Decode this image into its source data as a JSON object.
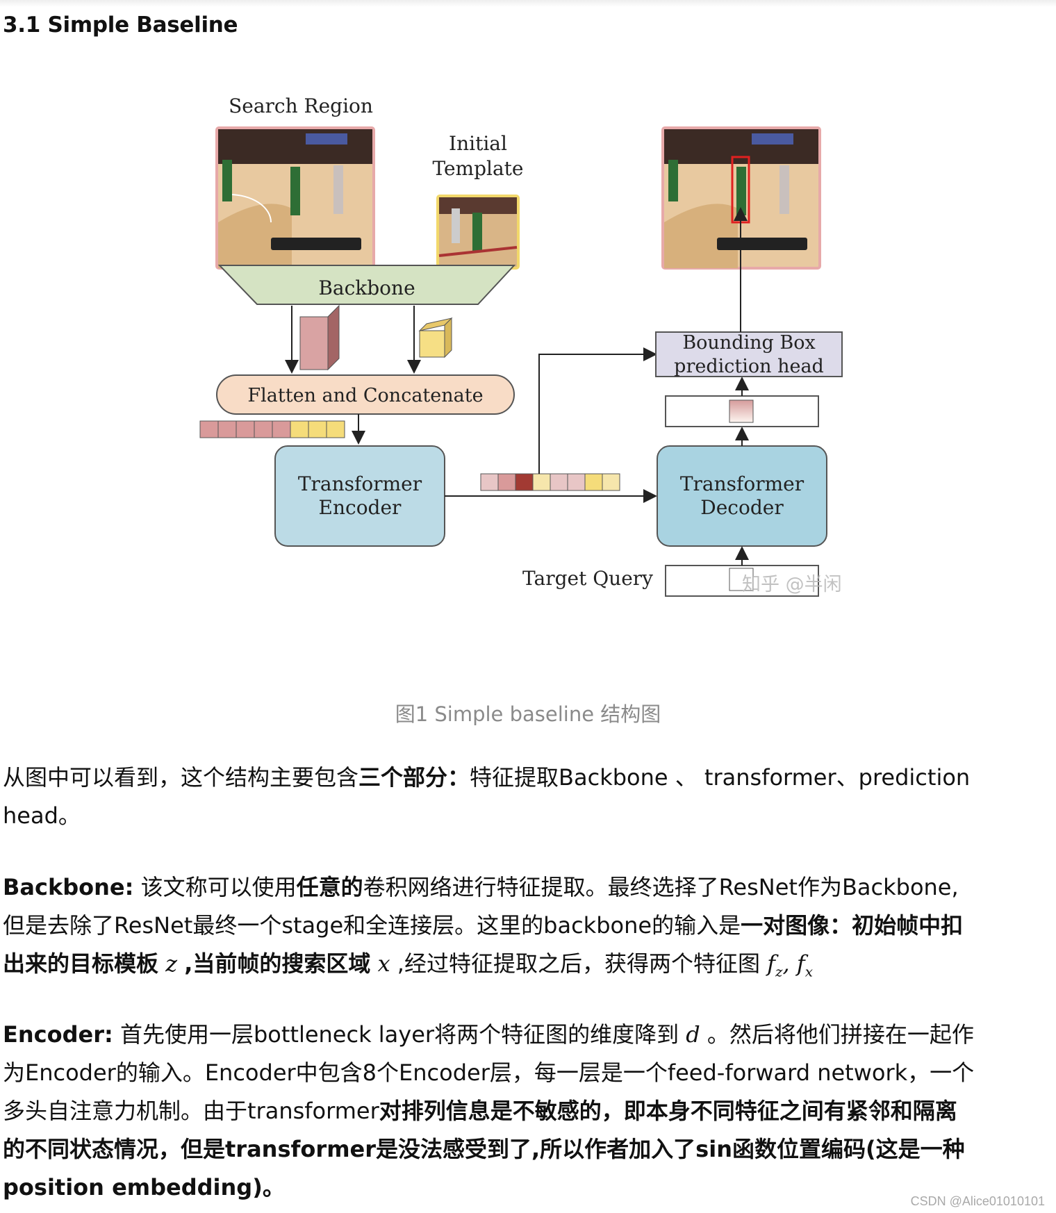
{
  "heading": "3.1 Simple Baseline",
  "figure": {
    "search_region": "Search Region",
    "initial_template_1": "Initial",
    "initial_template_2": "Template",
    "backbone": "Backbone",
    "flatten": "Flatten and Concatenate",
    "encoder_1": "Transformer",
    "encoder_2": "Encoder",
    "decoder_1": "Transformer",
    "decoder_2": "Decoder",
    "bbox_1": "Bounding Box",
    "bbox_2": "prediction head",
    "target_query": "Target Query",
    "zhihu_watermark": "知乎 @半闲",
    "token_colors": {
      "pink": "#d99a9a",
      "yellow": "#f5dc7a",
      "dark_red": "#a23a33",
      "light_pink": "#e8c6c6",
      "light_yellow": "#f6e6ac"
    },
    "box_colors": {
      "backbone": "#d5e3c3",
      "flatten": "#f8dcc6",
      "transformer": "#bcdbe6",
      "bbox_head": "#dddbea"
    }
  },
  "caption": "图1 Simple baseline 结构图",
  "p1": {
    "a": "从图中可以看到，这个结构主要包含",
    "b_bold": "三个部分：",
    "c": "特征提取Backbone 、 transformer、prediction",
    "d": "head。"
  },
  "p2": {
    "label": "Backbone:",
    "a": " 该文称可以使用",
    "b_bold": "任意的",
    "c": "卷积网络进行特征提取。最终选择了ResNet作为Backbone,",
    "d": "但是去除了ResNet最终一个stage和全连接层。这里的backbone的输入是",
    "e_bold": "一对图像：初始帧中扣",
    "f_bold": "出来的目标模板",
    "z": "z",
    "g_bold": ",当前帧的搜索区域",
    "x": "x",
    "h": ",经过特征提取之后，获得两个特征图",
    "fz": "f",
    "fz_sub": "z",
    "comma": ", ",
    "fx": "f",
    "fx_sub": "x"
  },
  "p3": {
    "label": "Encoder:",
    "a": " 首先使用一层bottleneck layer将两个特征图的维度降到",
    "d": "d",
    "b": "。然后将他们拼接在一起作",
    "c": "为Encoder的输入。Encoder中包含8个Encoder层，每一层是一个feed-forward network，一个",
    "e": "多头自注意力机制。由于transformer",
    "f_bold": "对排列信息是不敏感的，即本身不同特征之间有紧邻和隔离",
    "g_bold": "的不同状态情况，但是transformer是没法感受到了,所以作者加入了sin函数位置编码(这是一种",
    "h_bold": "position embedding)。"
  },
  "csdn_watermark": "CSDN @Alice01010101"
}
